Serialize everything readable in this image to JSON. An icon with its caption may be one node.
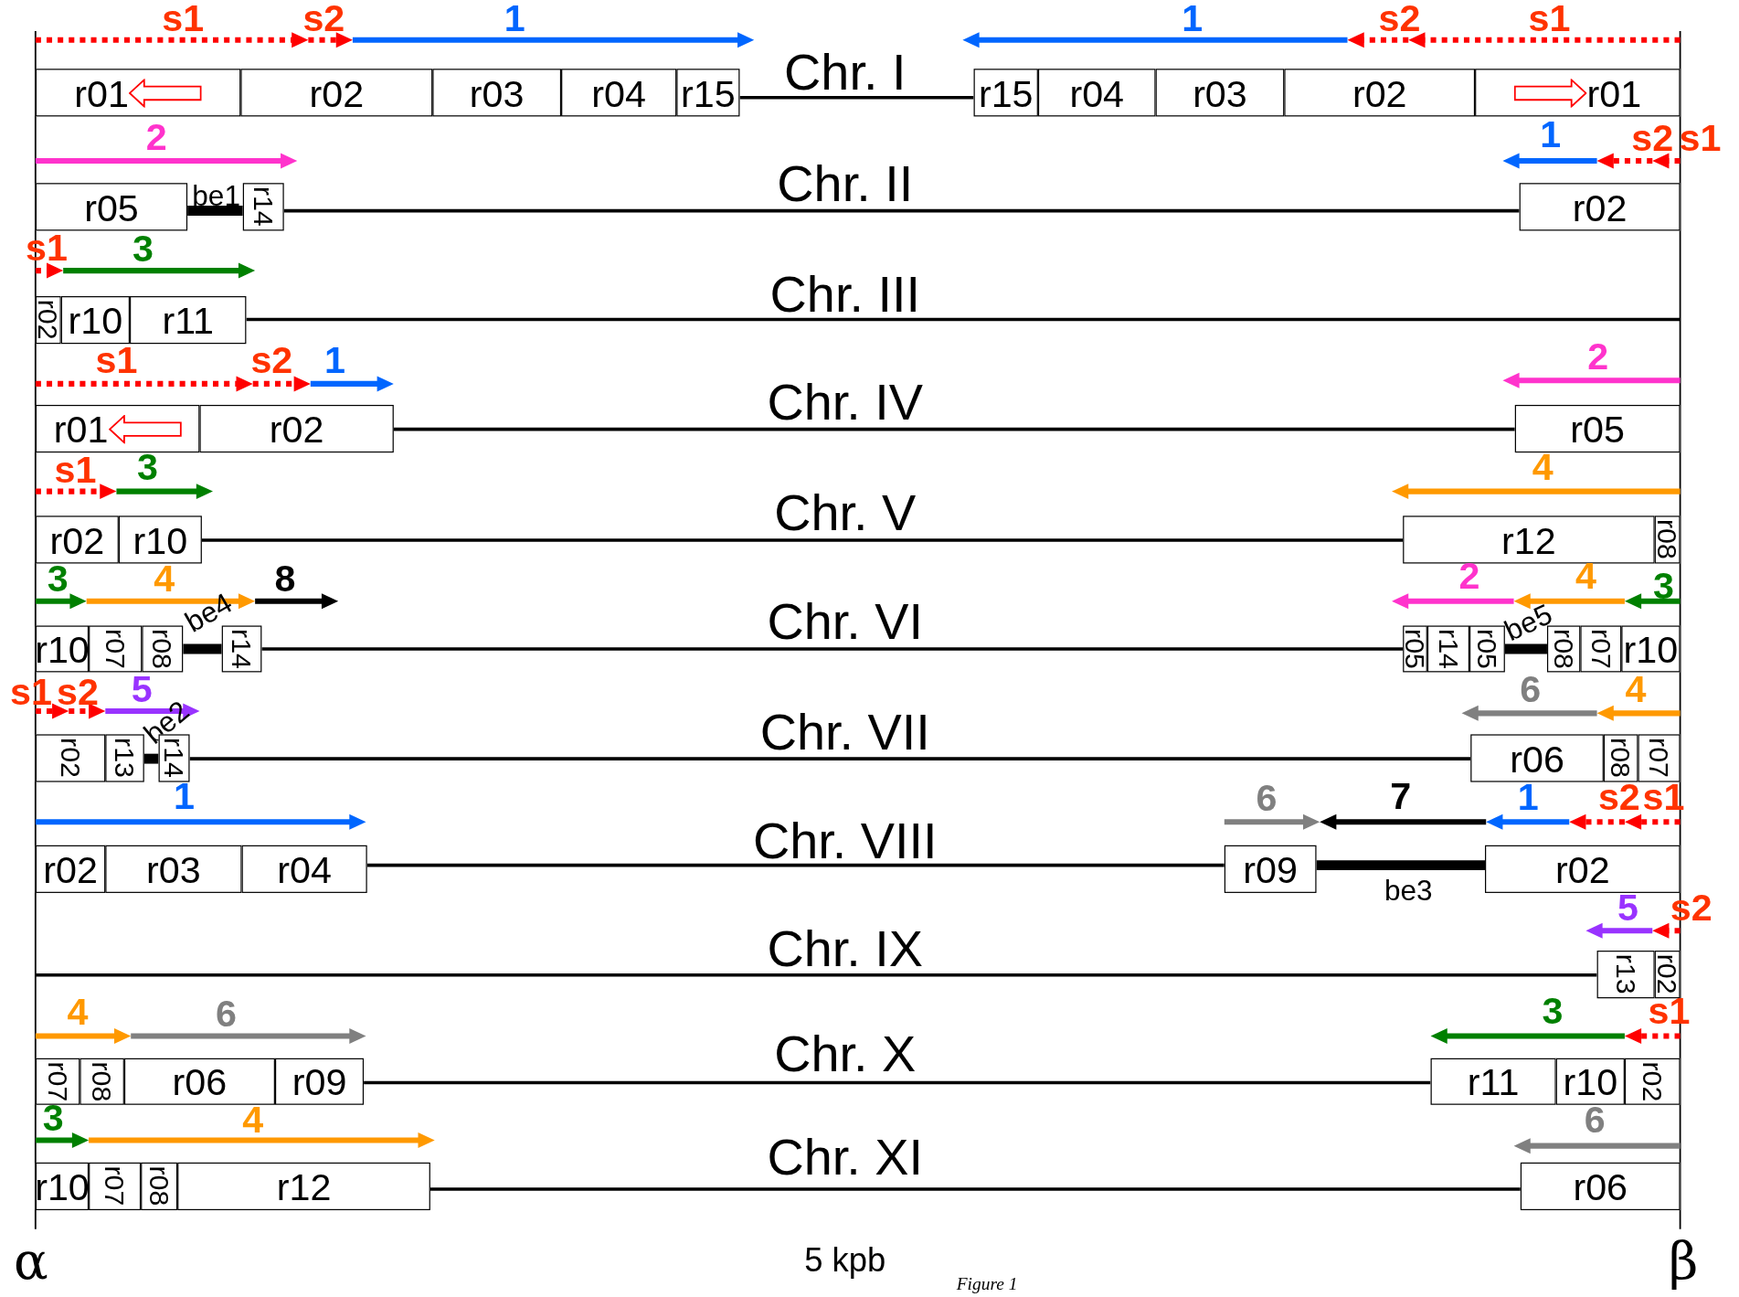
{
  "diagram": {
    "caption": "Figure 1",
    "nodes": [
      {
        "text": [
          "r01"
        ]
      },
      {
        "text": [
          "r02"
        ]
      },
      {
        "text": [
          "r03"
        ]
      },
      {
        "text": [
          "r04"
        ]
      },
      {
        "text": [
          "r15"
        ]
      },
      {
        "text": [
          "r15"
        ]
      },
      {
        "text": [
          "r04"
        ]
      },
      {
        "text": [
          "r03"
        ]
      },
      {
        "text": [
          "r02"
        ]
      },
      {
        "text": [
          "r01"
        ]
      },
      {
        "text": [
          "r05"
        ]
      },
      {
        "text": [
          "r14"
        ]
      },
      {
        "text": [
          "r02"
        ]
      },
      {
        "text": [
          "r02"
        ]
      },
      {
        "text": [
          "r10"
        ]
      },
      {
        "text": [
          "r11"
        ]
      },
      {
        "text": [
          "r01"
        ]
      },
      {
        "text": [
          "r02"
        ]
      },
      {
        "text": [
          "r05"
        ]
      },
      {
        "text": [
          "r02"
        ]
      },
      {
        "text": [
          "r10"
        ]
      },
      {
        "text": [
          "r12"
        ]
      },
      {
        "text": [
          "r08"
        ]
      },
      {
        "text": [
          "r10"
        ]
      },
      {
        "text": [
          "r07"
        ]
      },
      {
        "text": [
          "r08"
        ]
      },
      {
        "text": [
          "r14"
        ]
      },
      {
        "text": [
          "r05"
        ]
      },
      {
        "text": [
          "r14"
        ]
      },
      {
        "text": [
          "r05"
        ]
      },
      {
        "text": [
          "r08"
        ]
      },
      {
        "text": [
          "r07"
        ]
      },
      {
        "text": [
          "r10"
        ]
      },
      {
        "text": [
          "r02"
        ]
      },
      {
        "text": [
          "r13"
        ]
      },
      {
        "text": [
          "r14"
        ]
      },
      {
        "text": [
          "r06"
        ]
      },
      {
        "text": [
          "r08"
        ]
      },
      {
        "text": [
          "r07"
        ]
      },
      {
        "text": [
          "r02"
        ]
      },
      {
        "text": [
          "r03"
        ]
      },
      {
        "text": [
          "r04"
        ]
      },
      {
        "text": [
          "r09"
        ]
      },
      {
        "text": [
          "r02"
        ]
      },
      {
        "text": [
          "r13"
        ]
      },
      {
        "text": [
          "r02"
        ]
      },
      {
        "text": [
          "r07"
        ]
      },
      {
        "text": [
          "r08"
        ]
      },
      {
        "text": [
          "r06"
        ]
      },
      {
        "text": [
          "r09"
        ]
      },
      {
        "text": [
          "r11"
        ]
      },
      {
        "text": [
          "r10"
        ]
      },
      {
        "text": [
          "r02"
        ]
      },
      {
        "text": [
          "r10"
        ]
      },
      {
        "text": [
          "r07"
        ]
      },
      {
        "text": [
          "r08"
        ]
      },
      {
        "text": [
          "r12"
        ]
      },
      {
        "text": [
          "r06"
        ]
      }
    ],
    "edges": [
      {
        "from": 4,
        "to": 5,
        "arrow": "none"
      },
      {
        "from": 10,
        "to": 11,
        "arrow": "none",
        "label": "be1",
        "style": "thick"
      },
      {
        "from": 11,
        "to": 12,
        "arrow": "none"
      },
      {
        "from": 15,
        "to": null,
        "arrow": "none"
      },
      {
        "from": 17,
        "to": 18,
        "arrow": "none"
      },
      {
        "from": 20,
        "to": 21,
        "arrow": "none"
      },
      {
        "from": 25,
        "to": 26,
        "arrow": "none",
        "label": "be4",
        "style": "thick"
      },
      {
        "from": 26,
        "to": 27,
        "arrow": "none"
      },
      {
        "from": 29,
        "to": 30,
        "arrow": "none",
        "label": "be5",
        "style": "thick"
      },
      {
        "from": 34,
        "to": 35,
        "arrow": "none",
        "label": "be2",
        "style": "thick"
      },
      {
        "from": 35,
        "to": 36,
        "arrow": "none"
      },
      {
        "from": 41,
        "to": 42,
        "arrow": "none"
      },
      {
        "from": 42,
        "to": 43,
        "arrow": "none",
        "label": "be3",
        "style": "thick"
      },
      {
        "from": null,
        "to": 44,
        "arrow": "none"
      },
      {
        "from": 49,
        "to": 50,
        "arrow": "none"
      },
      {
        "from": 56,
        "to": 57,
        "arrow": "none"
      }
    ],
    "labels": [
      "s1",
      "s2",
      "1",
      "Chr. I",
      "1",
      "s2",
      "s1",
      "2",
      "Chr. II",
      "1",
      "s2",
      "s1",
      "s1",
      "3",
      "Chr. III",
      "s1",
      "s2",
      "1",
      "Chr. IV",
      "2",
      "s1",
      "3",
      "Chr. V",
      "4",
      "3",
      "4",
      "8",
      "Chr. VI",
      "2",
      "4",
      "3",
      "s1",
      "s2",
      "5",
      "Chr. VII",
      "6",
      "4",
      "1",
      "Chr. VIII",
      "6",
      "7",
      "1",
      "s2",
      "s1",
      "Chr. IX",
      "5",
      "s2",
      "4",
      "6",
      "Chr. X",
      "3",
      "s1",
      "3",
      "4",
      "Chr. XI",
      "6",
      "α",
      "5 kpb",
      "β"
    ]
  }
}
